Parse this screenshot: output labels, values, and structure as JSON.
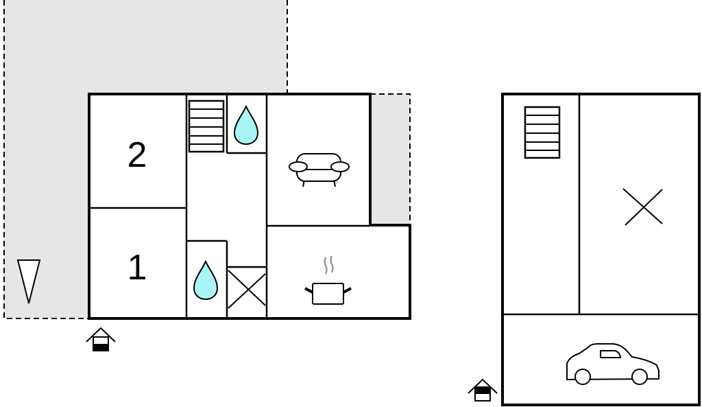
{
  "floor_plan": {
    "rooms": [
      {
        "label": "2",
        "type": "bedroom"
      },
      {
        "label": "1",
        "type": "bedroom"
      }
    ],
    "icons": [
      "stairs-icon",
      "water-drop-icon",
      "sofa-icon",
      "cooking-pot-icon",
      "cross-icon",
      "entrance-icon",
      "north-arrow-icon",
      "car-icon"
    ],
    "colors": {
      "wall": "#000000",
      "terrace": "#e6e6e6",
      "water": "#aaf4f8",
      "steam": "#999999"
    }
  }
}
